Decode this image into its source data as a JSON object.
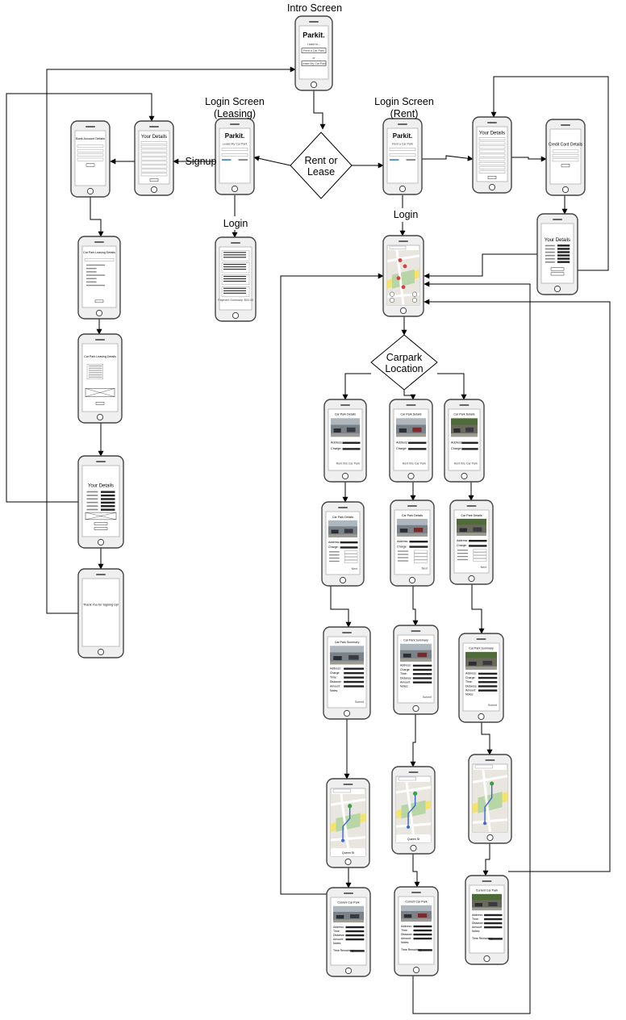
{
  "labels": {
    "intro": "Intro Screen",
    "login_leasing": "Login Screen (Leasing)",
    "login_rent": "Login Screen (Rent)",
    "decision_rent_lease": "Rent or Lease",
    "signup": "Signup",
    "login_left": "Login",
    "login_right": "Login",
    "decision_carpark": "Carpark Location"
  },
  "screens": {
    "intro_logo": "Parkit.",
    "intro_line": "I want to...",
    "intro_btn_rent": "Rent a Car Park",
    "intro_btn_lease": "Lease My Car Park",
    "login_leasing_logo": "Parkit.",
    "login_leasing_line": "Lease My Car Park",
    "login_rent_logo": "Parkit.",
    "login_rent_line": "Rent a Car Park",
    "bank_title": "Bank Account Details",
    "your_details": "Your Details",
    "credit_title": "Credit Card Details",
    "leasing_details_title": "Car Park Leasing Details",
    "leasing_details_title2": "Car Park Leasing Details",
    "thanks": "Thank You for Signing Up!",
    "payment_summary": "Payment Summary: $00.00",
    "car_park_details": "Car Park Details",
    "car_park_summary": "Car Park Summary",
    "current_car_park": "Current Car Park",
    "address": "Address:",
    "charge": "Charge:",
    "time": "Time:",
    "distance": "Distance:",
    "amount": "Amount:",
    "notes": "Notes:",
    "time_remaining": "Time Remaining:",
    "rent_this": "Rent this Car Park",
    "next": "Next",
    "submit": "Submit",
    "nav_street": "Queen St"
  }
}
